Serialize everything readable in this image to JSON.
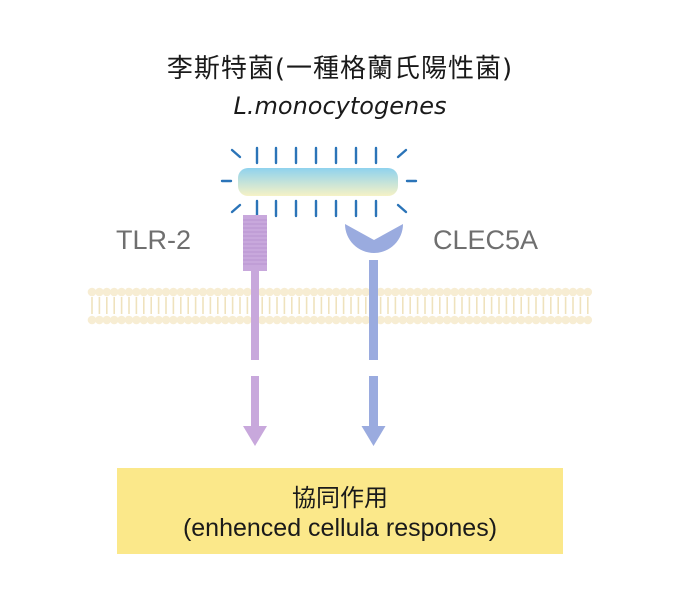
{
  "title": {
    "chinese": "李斯特菌(一種格蘭氏陽性菌)",
    "latin": "L.monocytogenes"
  },
  "receptors": {
    "left": "TLR-2",
    "right": "CLEC5A"
  },
  "result": {
    "chinese": "協同作用",
    "english": "(enhenced cellula respones)"
  },
  "colors": {
    "bacterium_top": "#9ed8ef",
    "bacterium_bottom": "#f4f0c4",
    "pili": "#2b74b8",
    "tlr2": "#c8a8dc",
    "clec5a": "#9aabdf",
    "membrane": "#f7edd3",
    "result_box": "#fbe88a"
  }
}
